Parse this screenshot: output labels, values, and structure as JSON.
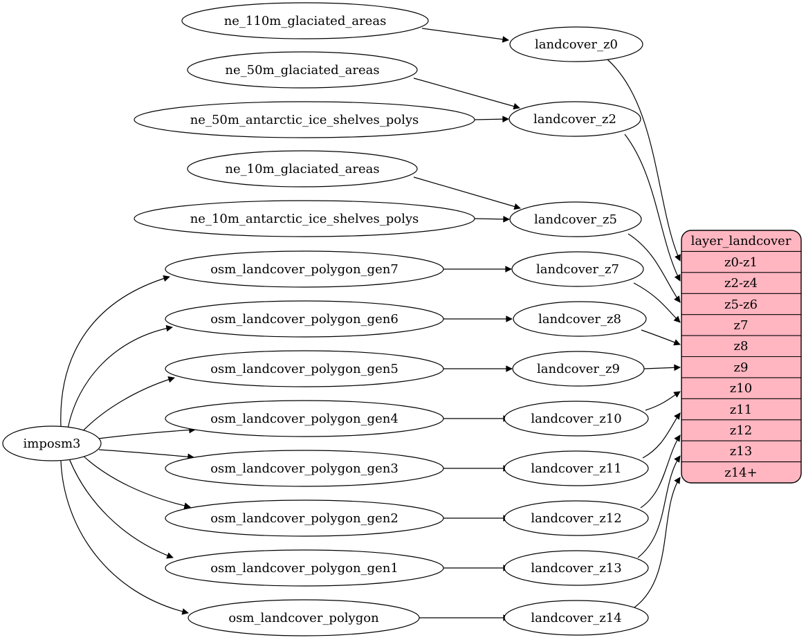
{
  "diagram": {
    "background_color": "#ffffff",
    "node_fill_color": "#ffffff",
    "node_stroke_color": "#000000",
    "edge_color": "#000000",
    "nodes": {
      "imposm3": "imposm3",
      "ne_110m_glaciated_areas": "ne_110m_glaciated_areas",
      "ne_50m_glaciated_areas": "ne_50m_glaciated_areas",
      "ne_50m_antarctic_ice_shelves_polys": "ne_50m_antarctic_ice_shelves_polys",
      "ne_10m_glaciated_areas": "ne_10m_glaciated_areas",
      "ne_10m_antarctic_ice_shelves_polys": "ne_10m_antarctic_ice_shelves_polys",
      "osm_landcover_polygon_gen7": "osm_landcover_polygon_gen7",
      "osm_landcover_polygon_gen6": "osm_landcover_polygon_gen6",
      "osm_landcover_polygon_gen5": "osm_landcover_polygon_gen5",
      "osm_landcover_polygon_gen4": "osm_landcover_polygon_gen4",
      "osm_landcover_polygon_gen3": "osm_landcover_polygon_gen3",
      "osm_landcover_polygon_gen2": "osm_landcover_polygon_gen2",
      "osm_landcover_polygon_gen1": "osm_landcover_polygon_gen1",
      "osm_landcover_polygon": "osm_landcover_polygon",
      "landcover_z0": "landcover_z0",
      "landcover_z2": "landcover_z2",
      "landcover_z5": "landcover_z5",
      "landcover_z7": "landcover_z7",
      "landcover_z8": "landcover_z8",
      "landcover_z9": "landcover_z9",
      "landcover_z10": "landcover_z10",
      "landcover_z11": "landcover_z11",
      "landcover_z12": "landcover_z12",
      "landcover_z13": "landcover_z13",
      "landcover_z14": "landcover_z14"
    },
    "table": {
      "title": "layer_landcover",
      "fill": "#ffb6c1",
      "rows": [
        "z0-z1",
        "z2-z4",
        "z5-z6",
        "z7",
        "z8",
        "z9",
        "z10",
        "z11",
        "z12",
        "z13",
        "z14+"
      ]
    },
    "edges": [
      {
        "from": "imposm3",
        "to": "osm_landcover_polygon_gen7"
      },
      {
        "from": "imposm3",
        "to": "osm_landcover_polygon_gen6"
      },
      {
        "from": "imposm3",
        "to": "osm_landcover_polygon_gen5"
      },
      {
        "from": "imposm3",
        "to": "osm_landcover_polygon_gen4"
      },
      {
        "from": "imposm3",
        "to": "osm_landcover_polygon_gen3"
      },
      {
        "from": "imposm3",
        "to": "osm_landcover_polygon_gen2"
      },
      {
        "from": "imposm3",
        "to": "osm_landcover_polygon_gen1"
      },
      {
        "from": "imposm3",
        "to": "osm_landcover_polygon"
      },
      {
        "from": "ne_110m_glaciated_areas",
        "to": "landcover_z0"
      },
      {
        "from": "ne_50m_glaciated_areas",
        "to": "landcover_z2"
      },
      {
        "from": "ne_50m_antarctic_ice_shelves_polys",
        "to": "landcover_z2"
      },
      {
        "from": "ne_10m_glaciated_areas",
        "to": "landcover_z5"
      },
      {
        "from": "ne_10m_antarctic_ice_shelves_polys",
        "to": "landcover_z5"
      },
      {
        "from": "osm_landcover_polygon_gen7",
        "to": "landcover_z7"
      },
      {
        "from": "osm_landcover_polygon_gen6",
        "to": "landcover_z8"
      },
      {
        "from": "osm_landcover_polygon_gen5",
        "to": "landcover_z9"
      },
      {
        "from": "osm_landcover_polygon_gen4",
        "to": "landcover_z10"
      },
      {
        "from": "osm_landcover_polygon_gen3",
        "to": "landcover_z11"
      },
      {
        "from": "osm_landcover_polygon_gen2",
        "to": "landcover_z12"
      },
      {
        "from": "osm_landcover_polygon_gen1",
        "to": "landcover_z13"
      },
      {
        "from": "osm_landcover_polygon",
        "to": "landcover_z14"
      },
      {
        "from": "landcover_z0",
        "to": "z0-z1"
      },
      {
        "from": "landcover_z2",
        "to": "z2-z4"
      },
      {
        "from": "landcover_z5",
        "to": "z5-z6"
      },
      {
        "from": "landcover_z7",
        "to": "z7"
      },
      {
        "from": "landcover_z8",
        "to": "z8"
      },
      {
        "from": "landcover_z9",
        "to": "z9"
      },
      {
        "from": "landcover_z10",
        "to": "z10"
      },
      {
        "from": "landcover_z11",
        "to": "z11"
      },
      {
        "from": "landcover_z12",
        "to": "z12"
      },
      {
        "from": "landcover_z13",
        "to": "z13"
      },
      {
        "from": "landcover_z14",
        "to": "z14+"
      }
    ]
  }
}
